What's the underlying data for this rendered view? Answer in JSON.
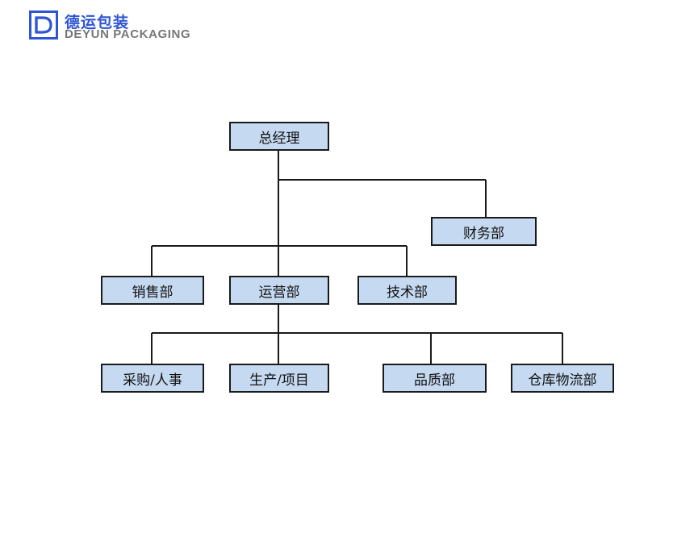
{
  "brand": {
    "name_cn": "德运包装",
    "name_en": "DEYUN PACKAGING",
    "accent_color": "#2f55d4",
    "icon": "logo-d-icon"
  },
  "org_chart": {
    "root": "总经理",
    "staff": "财务部",
    "level2": [
      "销售部",
      "运营部",
      "技术部"
    ],
    "level3": [
      "采购/人事",
      "生产/项目",
      "品质部",
      "仓库物流部"
    ],
    "box_color": "#c5d9f1"
  }
}
